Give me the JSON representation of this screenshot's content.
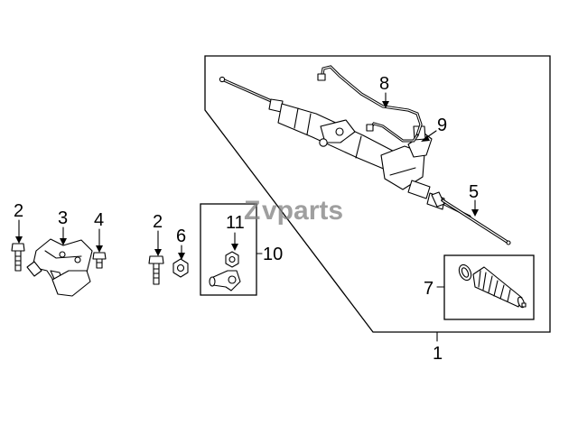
{
  "watermark": {
    "brand_mark": "Z",
    "brand_text": "vparts"
  },
  "callouts": {
    "c1": "1",
    "c2a": "2",
    "c2b": "2",
    "c3": "3",
    "c4": "4",
    "c5": "5",
    "c6": "6",
    "c7": "7",
    "c8": "8",
    "c9": "9",
    "c10": "10",
    "c11": "11"
  },
  "icons": {
    "steering-rack": "steering-gear-assembly",
    "pressure-line": "tube-line",
    "return-line": "tube-line",
    "tie-rod": "inner-tie-rod",
    "boot-kit": "bellows-boot",
    "tie-rod-end": "outer-tie-rod-end",
    "bracket": "mounting-bracket",
    "bolt": "bolt",
    "nut": "nut"
  }
}
